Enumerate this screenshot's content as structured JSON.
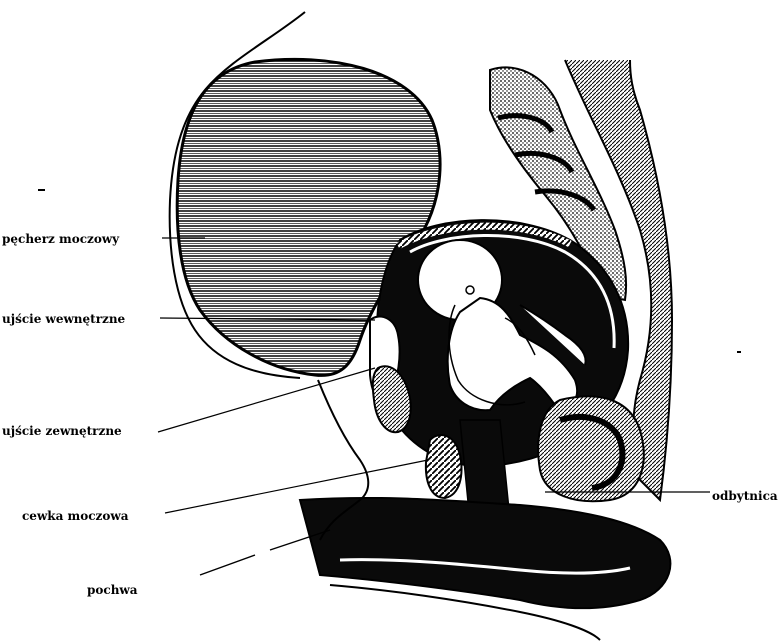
{
  "labels": {
    "pecherz": "pęcherz moczowy",
    "ujscie_wewnetrzne": "ujście wewnętrzne",
    "ujscie_zewnetrzne": "ujście zewnętrzne",
    "cewka": "cewka moczowa",
    "pochwa": "pochwa",
    "odbytnica": "odbytnica"
  },
  "colors": {
    "ink": "#000000",
    "paper": "#ffffff"
  }
}
